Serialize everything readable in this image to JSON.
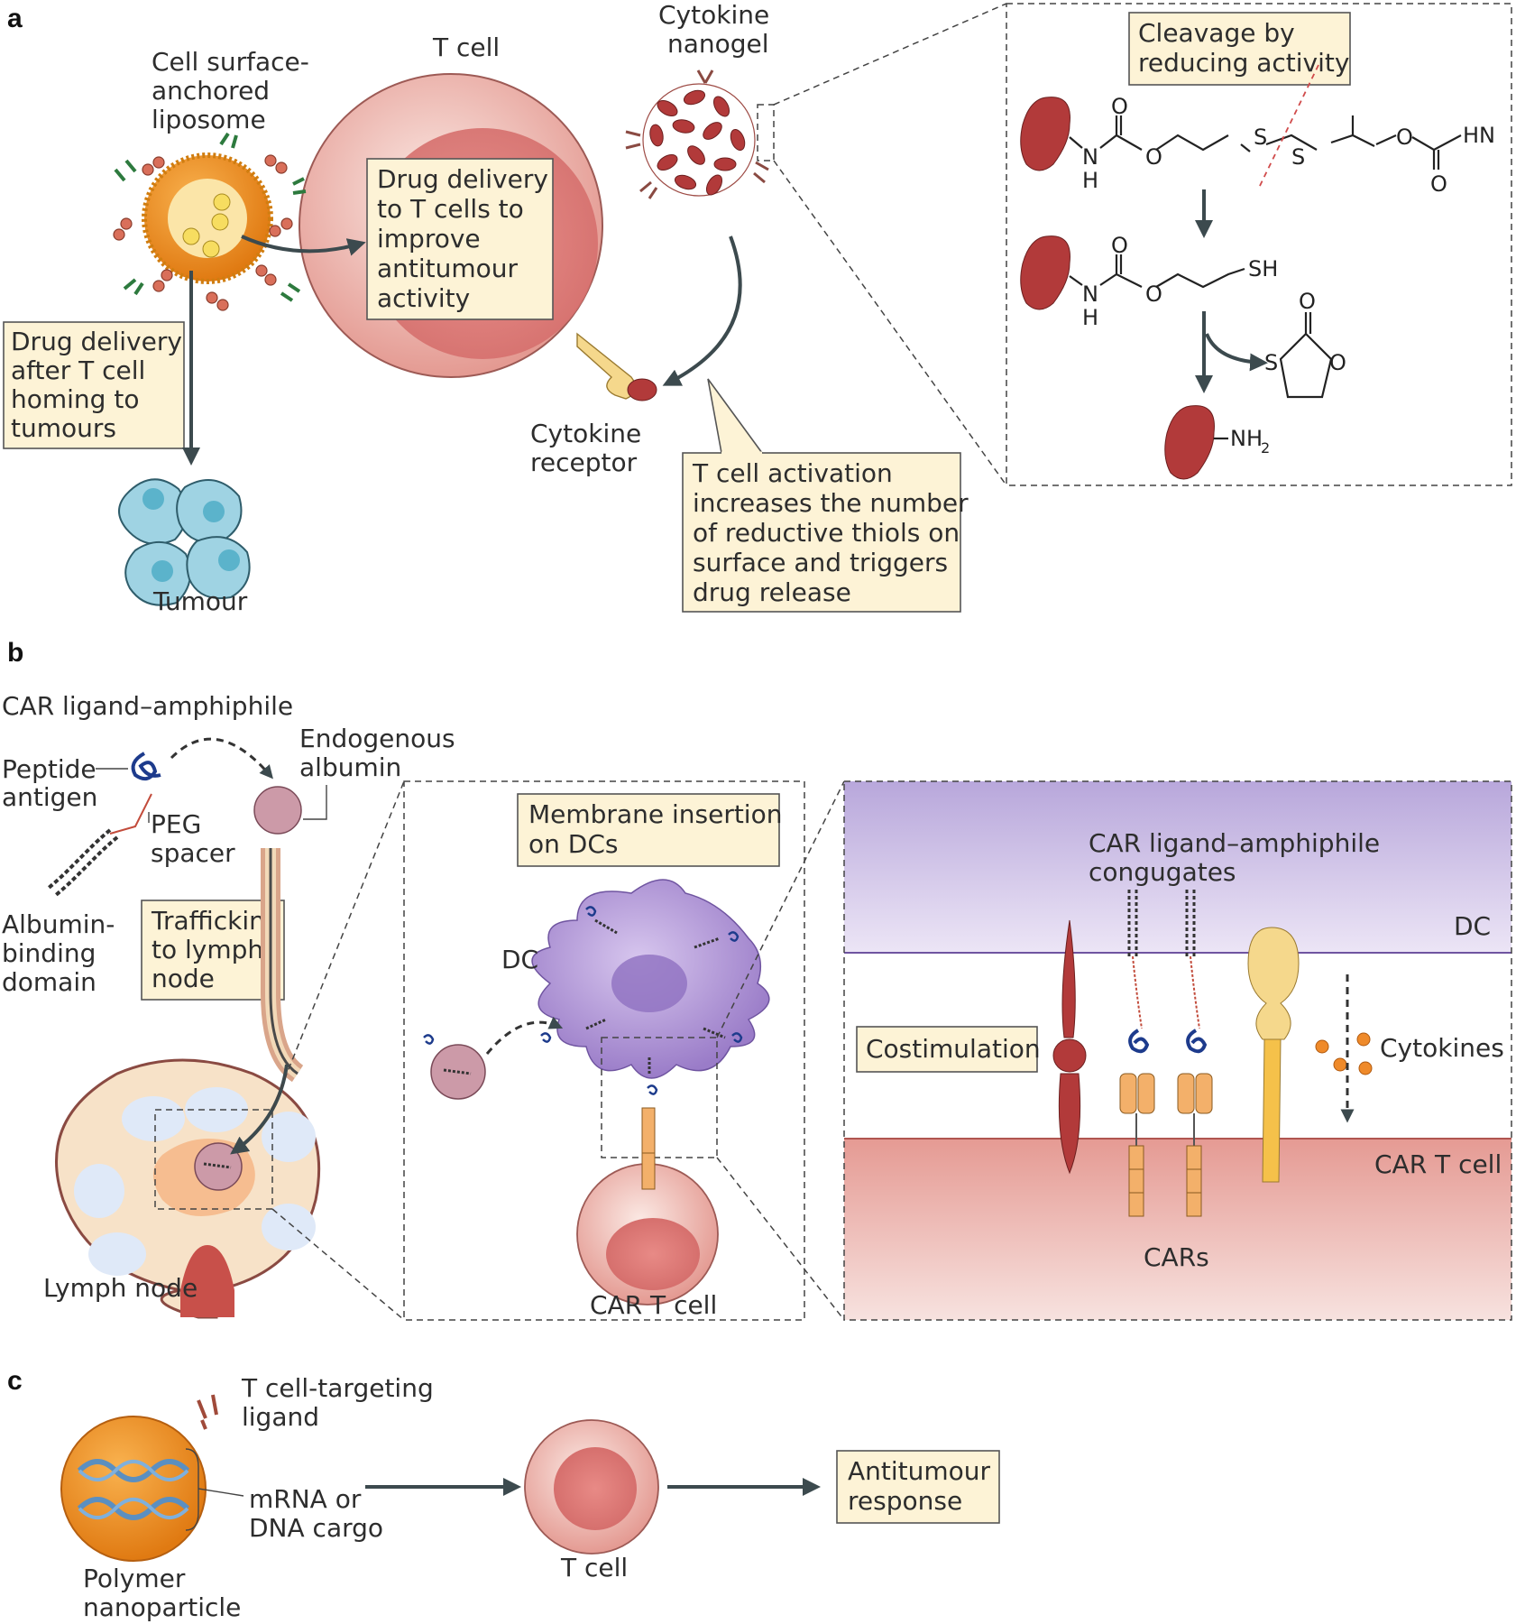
{
  "panels": {
    "a": "a",
    "b": "b",
    "c": "c"
  },
  "panel_a": {
    "t_cell": "T cell",
    "cytokine_nanogel": [
      "Cytokine",
      "nanogel"
    ],
    "liposome": [
      "Cell surface-",
      "anchored",
      "liposome"
    ],
    "box_delivery": [
      "Drug delivery",
      "to T cells to",
      "improve",
      "antitumour",
      "activity"
    ],
    "box_homing": [
      "Drug delivery",
      "after T cell",
      "homing to",
      "tumours"
    ],
    "tumour": "Tumour",
    "cytokine_receptor": [
      "Cytokine",
      "receptor"
    ],
    "box_activation": [
      "T cell activation",
      "increases the number",
      "of reductive thiols on",
      "surface and triggers",
      "drug release"
    ],
    "box_cleavage": [
      "Cleavage by",
      "reducing activity"
    ],
    "chem": {
      "N": "N",
      "H": "H",
      "O": "O",
      "S": "S",
      "HN": "HN",
      "SH": "SH",
      "NH": "NH",
      "sub2": "2"
    }
  },
  "panel_b": {
    "car_ligand": "CAR ligand–amphiphile",
    "peptide": [
      "Peptide",
      "antigen"
    ],
    "peg": [
      "PEG",
      "spacer"
    ],
    "albumin_binding": [
      "Albumin-",
      "binding",
      "domain"
    ],
    "endogenous": [
      "Endogenous",
      "albumin"
    ],
    "box_trafficking": [
      "Trafficking",
      "to lymph",
      "node"
    ],
    "lymph_node": "Lymph node",
    "box_membrane": [
      "Membrane insertion",
      "on DCs"
    ],
    "dc": "DC",
    "car_t_cell": "CAR T cell",
    "conjugates": [
      "CAR ligand–amphiphile",
      "congugates"
    ],
    "box_costim": "Costimulation",
    "cytokines": "Cytokines",
    "cars": "CARs"
  },
  "panel_c": {
    "targeting": [
      "T cell-targeting",
      "ligand"
    ],
    "cargo": [
      "mRNA or",
      "DNA cargo"
    ],
    "polymer": [
      "Polymer",
      "nanoparticle"
    ],
    "t_cell": "T cell",
    "box_antitumour": [
      "Antitumour",
      "response"
    ]
  },
  "colors": {
    "cytokine": "#b23a3a",
    "t_cell": "#e8a8a0",
    "box": "#fdf3d6",
    "dc": "#a98bd0",
    "liposome": "#f2a33a",
    "tumour": "#9fd3e3",
    "car": "#f3b06a"
  }
}
